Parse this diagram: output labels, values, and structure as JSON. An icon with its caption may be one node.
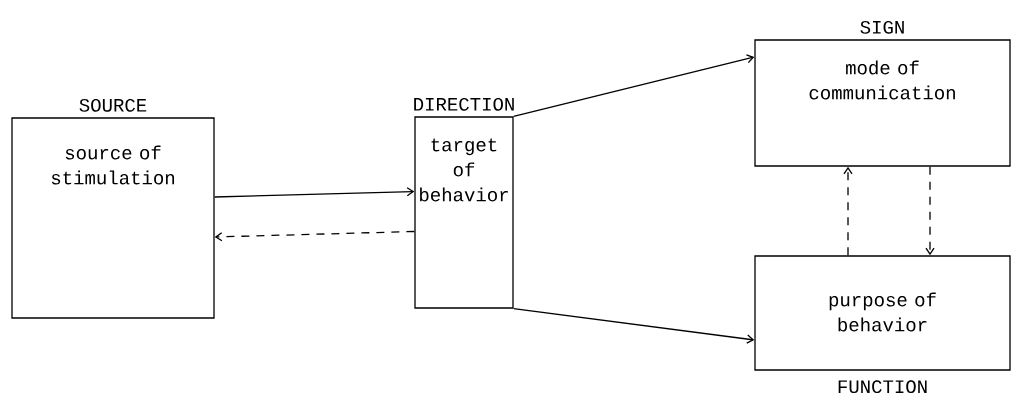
{
  "diagram": {
    "nodes": [
      {
        "text": [
          "SOURCE",
          "source of stimulation"
        ]
      },
      {
        "text": [
          "DIRECTION",
          "target of behavior"
        ]
      },
      {
        "text": [
          "SIGN",
          "mode of communication"
        ]
      },
      {
        "text": [
          "purpose of behavior",
          "FUNCTION"
        ]
      }
    ],
    "edges": [
      {
        "from": 0,
        "to": 1,
        "arrow": "to"
      },
      {
        "from": 1,
        "to": 0,
        "arrow": "to",
        "style": "dashed"
      },
      {
        "from": 1,
        "to": 2,
        "arrow": "to"
      },
      {
        "from": 1,
        "to": 3,
        "arrow": "to"
      },
      {
        "from": 3,
        "to": 2,
        "arrow": "to",
        "style": "dashed"
      },
      {
        "from": 2,
        "to": 3,
        "arrow": "to",
        "style": "dashed"
      }
    ]
  }
}
